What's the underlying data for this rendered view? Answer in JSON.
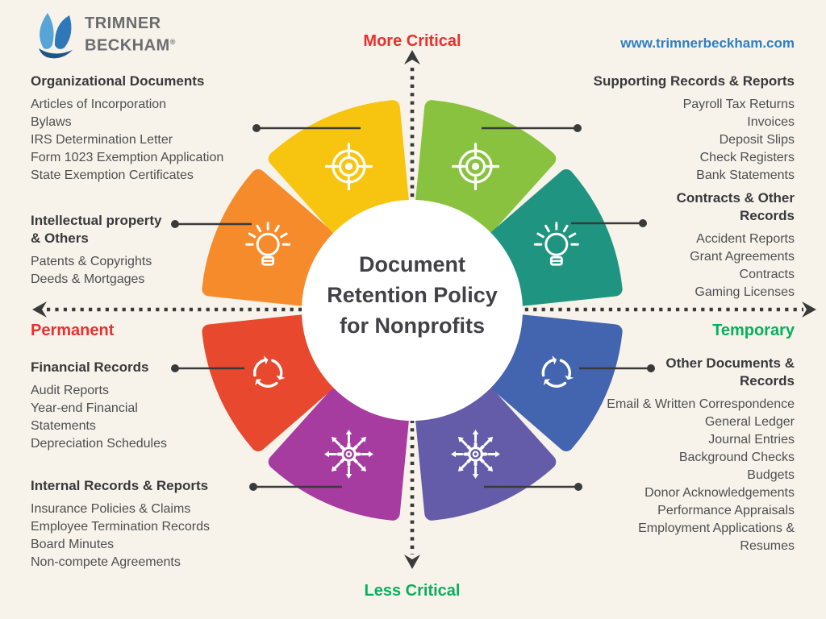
{
  "brand": {
    "line1": "TRIMNER",
    "line2": "BECKHAM",
    "reg": "®",
    "website": "www.trimnerbeckham.com"
  },
  "title": {
    "text": "Document Retention Policy for Nonprofits"
  },
  "axis_labels": {
    "top": "More Critical",
    "bottom": "Less Critical",
    "left": "Permanent",
    "right": "Temporary"
  },
  "colors": {
    "background": "#F7F3EA",
    "critical_red": "#E8312E",
    "temporary_green": "#07AF5E",
    "website_blue": "#2E7FC2",
    "line_dark": "#3A3A3A"
  },
  "wheel": {
    "segments": [
      {
        "name": "green-target",
        "position": "top-right-upper",
        "color": "#89C23F",
        "icon": "target"
      },
      {
        "name": "teal-bulb",
        "position": "right-upper",
        "color": "#1F9480",
        "icon": "bulb"
      },
      {
        "name": "blue-cycle",
        "position": "right-lower",
        "color": "#4364AF",
        "icon": "cycle"
      },
      {
        "name": "violet-gear",
        "position": "bottom-right",
        "color": "#645CA9",
        "icon": "gear"
      },
      {
        "name": "magenta-gear",
        "position": "bottom-left",
        "color": "#A63BA0",
        "icon": "gear"
      },
      {
        "name": "red-cycle",
        "position": "left-lower",
        "color": "#E8482E",
        "icon": "cycle"
      },
      {
        "name": "orange-bulb",
        "position": "left-upper",
        "color": "#F58B2B",
        "icon": "bulb"
      },
      {
        "name": "yellow-target",
        "position": "top-left-upper",
        "color": "#F7C510",
        "icon": "target"
      }
    ]
  },
  "blocks": {
    "organizational": {
      "title": "Organizational Documents",
      "items": [
        "Articles of Incorporation",
        "Bylaws",
        "IRS Determination Letter",
        "Form 1023 Exemption Application",
        "State Exemption Certificates"
      ]
    },
    "supporting": {
      "title": "Supporting Records & Reports",
      "items": [
        "Payroll Tax Returns",
        "Invoices",
        "Deposit Slips",
        "Check Registers",
        "Bank Statements"
      ]
    },
    "intellectual": {
      "title": "Intellectual property & Others",
      "items": [
        "Patents & Copyrights",
        "Deeds & Mortgages"
      ]
    },
    "contracts": {
      "title": "Contracts & Other Records",
      "items": [
        "Accident Reports",
        "Grant Agreements",
        "Contracts",
        "Gaming Licenses"
      ]
    },
    "financial": {
      "title": "Financial Records",
      "items": [
        "Audit Reports",
        "Year-end Financial Statements",
        "Depreciation Schedules"
      ]
    },
    "other": {
      "title": "Other Documents & Records",
      "items": [
        "Email & Written Correspondence",
        "General Ledger",
        "Journal Entries",
        "Background Checks",
        "Budgets",
        "Donor Acknowledgements",
        "Performance Appraisals",
        "Employment Applications & Resumes"
      ]
    },
    "internal": {
      "title": "Internal Records & Reports",
      "items": [
        "Insurance Policies & Claims",
        "Employee Termination Records",
        "Board Minutes",
        "Non-compete Agreements"
      ]
    }
  }
}
